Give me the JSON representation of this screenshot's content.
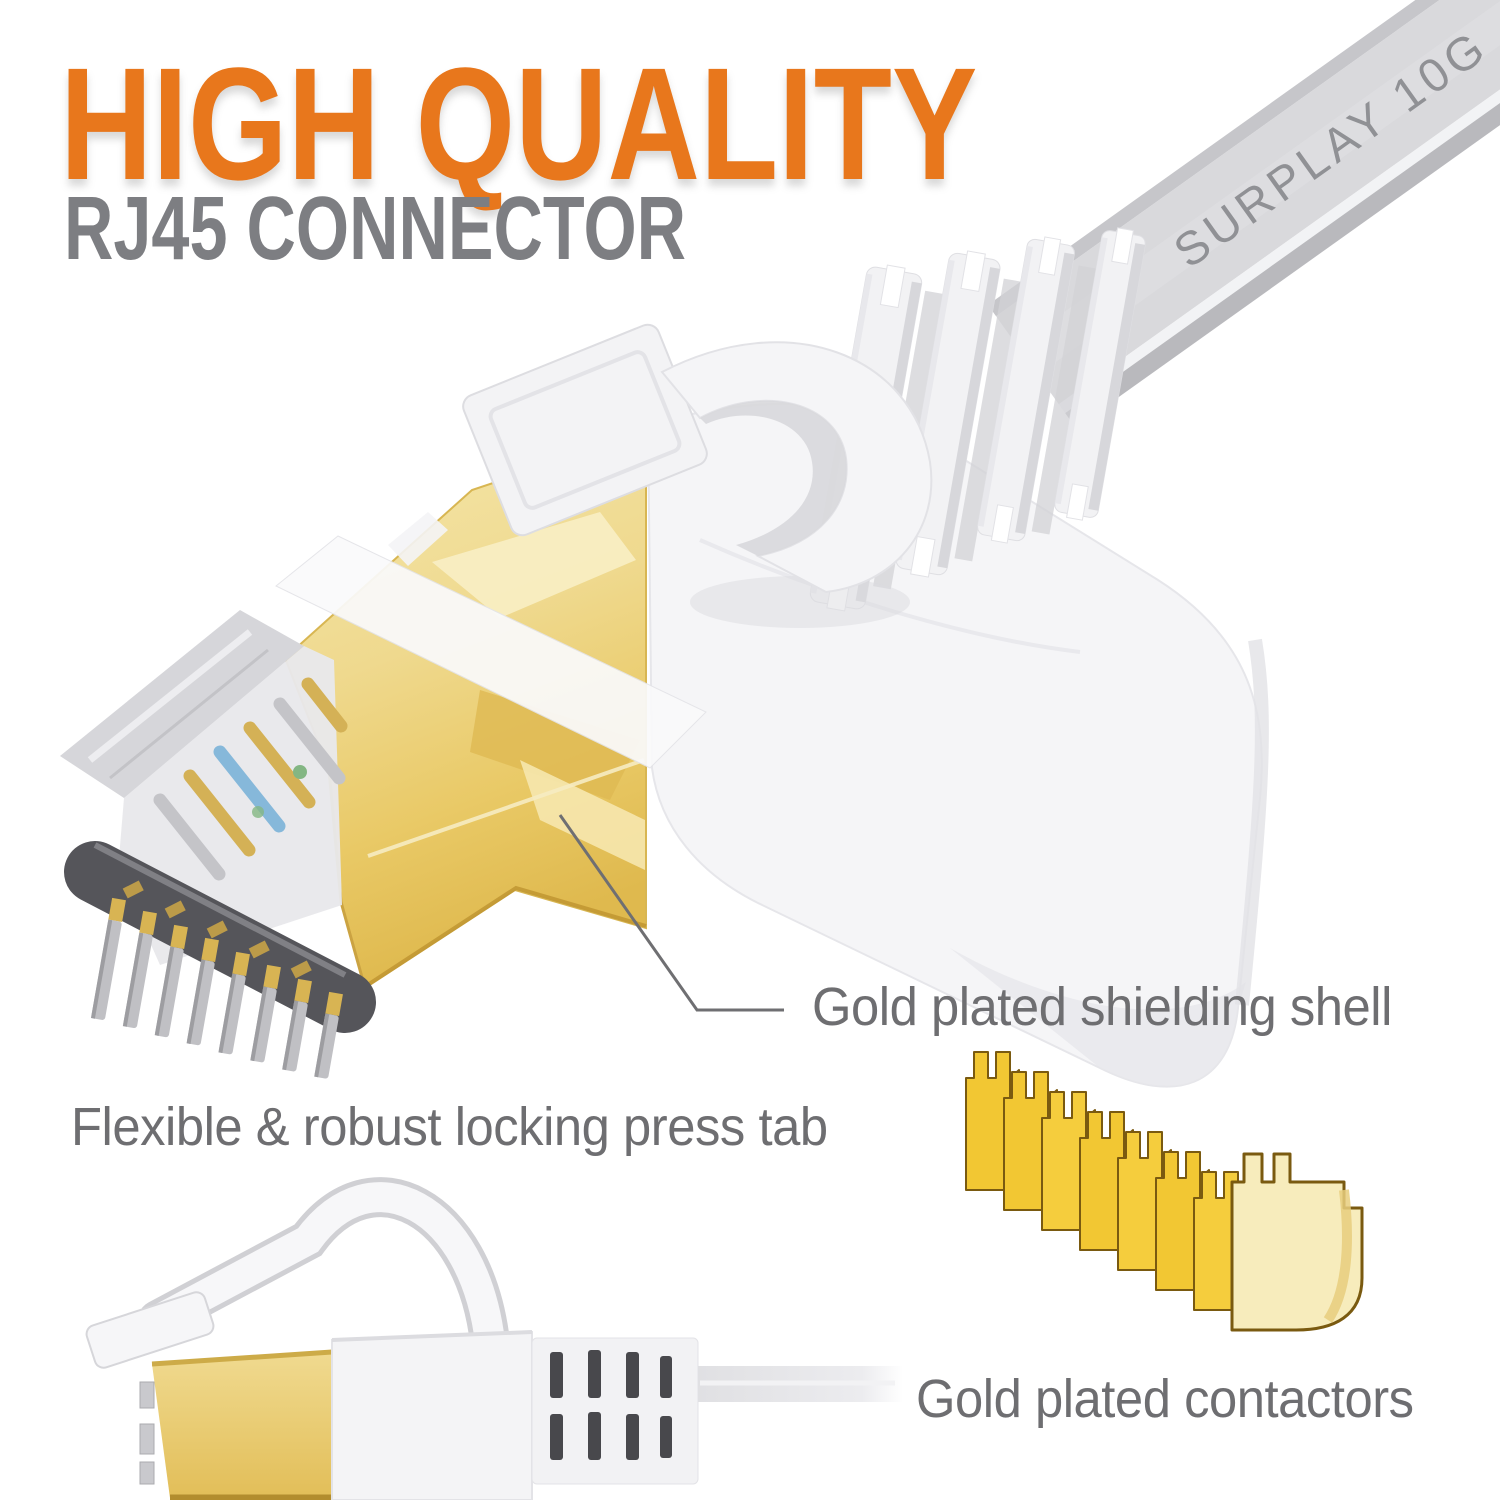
{
  "header": {
    "title": "HIGH QUALITY",
    "subtitle": "RJ45 CONNECTOR"
  },
  "product": {
    "cable_print": "SURPLAY 10G"
  },
  "annotations": {
    "shielding_shell": "Gold plated shielding shell",
    "press_tab": "Flexible & robust locking press tab",
    "contactors": "Gold plated contactors"
  },
  "colors": {
    "accent_orange": "#E8771C",
    "subtitle_gray": "#7D7E82",
    "annotation_gray": "#6E6E71",
    "leader_line": "#6F6F72",
    "gold_pale": "#F5E7AC",
    "gold_deep": "#DFB94E",
    "cable_gray": "#D9D9DC"
  }
}
